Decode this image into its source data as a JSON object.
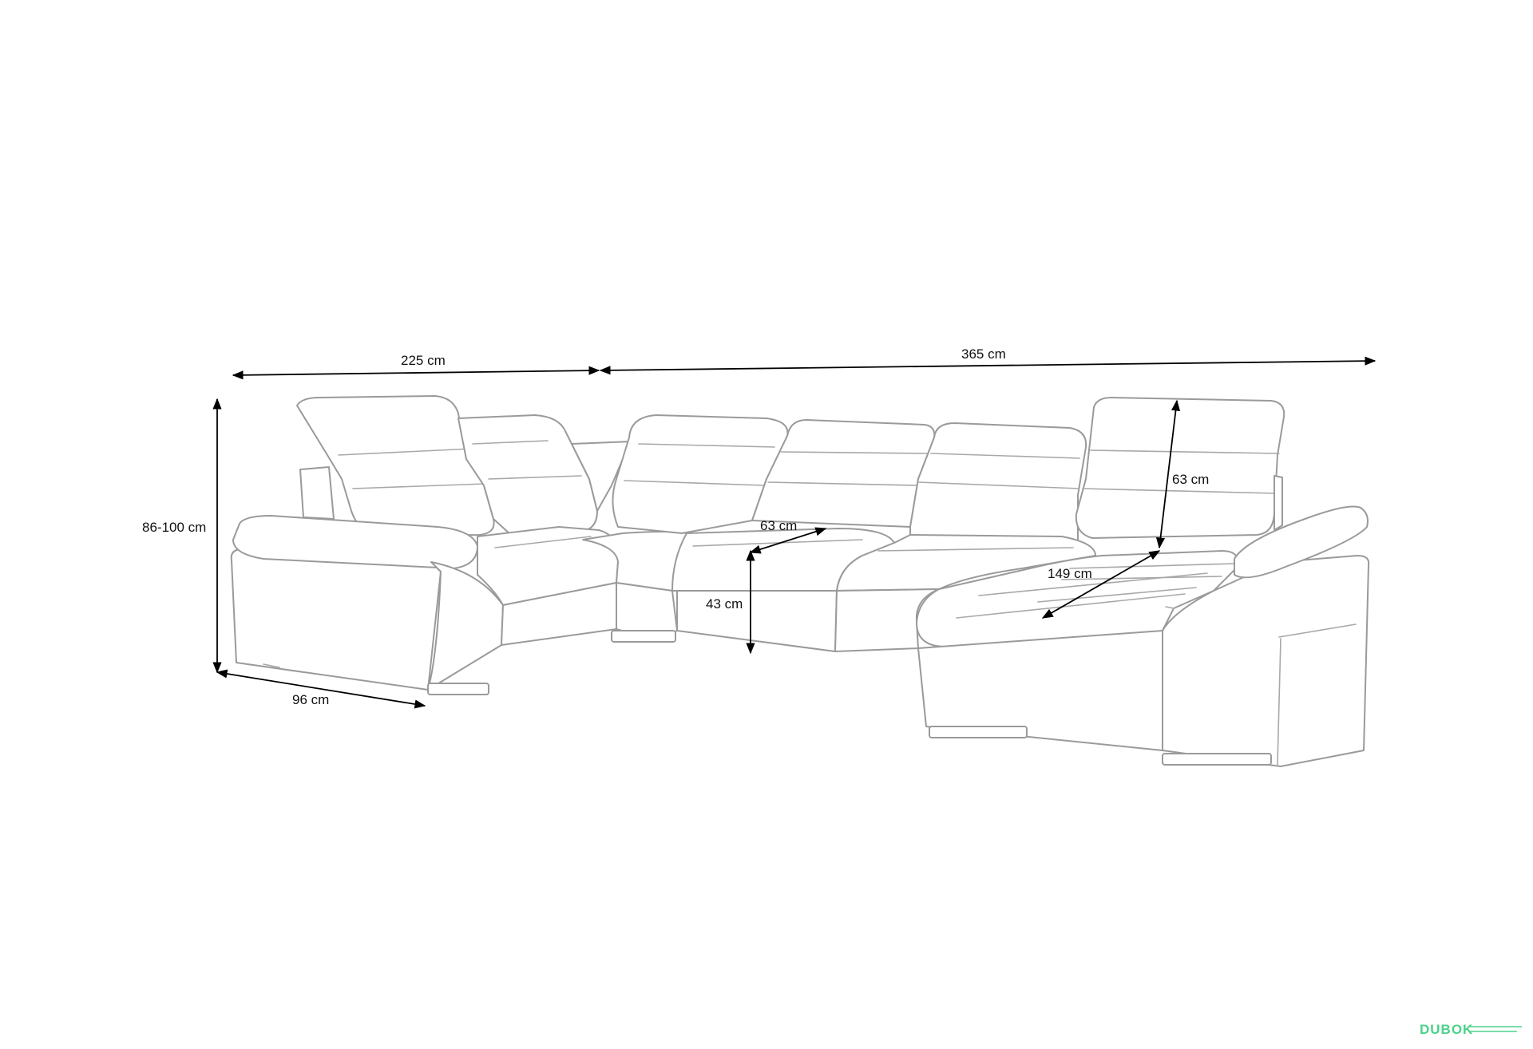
{
  "dimensions": {
    "width_left": "225 cm",
    "width_right": "365 cm",
    "height": "86-100 cm",
    "depth": "96 cm",
    "seat_depth": "63 cm",
    "seat_height": "43 cm",
    "backrest_height": "63 cm",
    "chaise_depth": "149 cm"
  },
  "watermark": {
    "text": "DUBOK",
    "color": "#4cd28a"
  },
  "colors": {
    "outline": "#9a9a9a",
    "dimension_line": "#000000",
    "background": "#ffffff"
  }
}
